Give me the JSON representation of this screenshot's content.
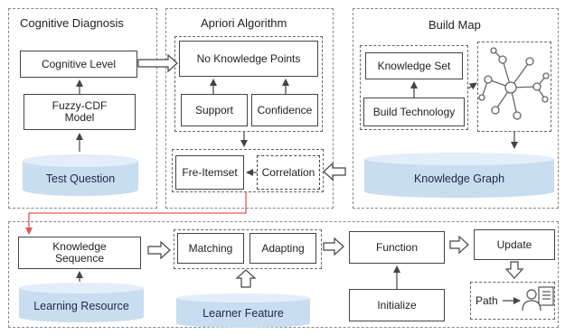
{
  "panels": {
    "cognitive": {
      "title": "Cognitive Diagnosis"
    },
    "apriori": {
      "title": "Apriori Algorithm"
    },
    "build_map": {
      "title": "Build  Map"
    }
  },
  "cognitive": {
    "cognitive_level": "Cognitive Level",
    "fuzzy_cdf_line1": "Fuzzy-CDF",
    "fuzzy_cdf_line2": "Model",
    "test_question": "Test Question"
  },
  "apriori": {
    "no_knowledge_points": "No Knowledge Points",
    "support": "Support",
    "confidence": "Confidence",
    "fre_itemset": "Fre-Itemset",
    "correlation": "Correlation"
  },
  "build_map": {
    "knowledge_set": "Knowledge Set",
    "build_technology": "Build Technology",
    "knowledge_graph": "Knowledge Graph"
  },
  "bottom": {
    "knowledge_sequence_line1": "Knowledge",
    "knowledge_sequence_line2": "Sequence",
    "learning_resource": "Learning Resource",
    "matching": "Matching",
    "adapting": "Adapting",
    "learner_feature": "Learner Feature",
    "function": "Function",
    "initialize": "Initialize",
    "update": "Update",
    "path": "Path"
  },
  "colors": {
    "cylinder_fill": "#c9ddf0",
    "cylinder_top": "#e3eefa",
    "red_connector": "#e05a5a"
  }
}
